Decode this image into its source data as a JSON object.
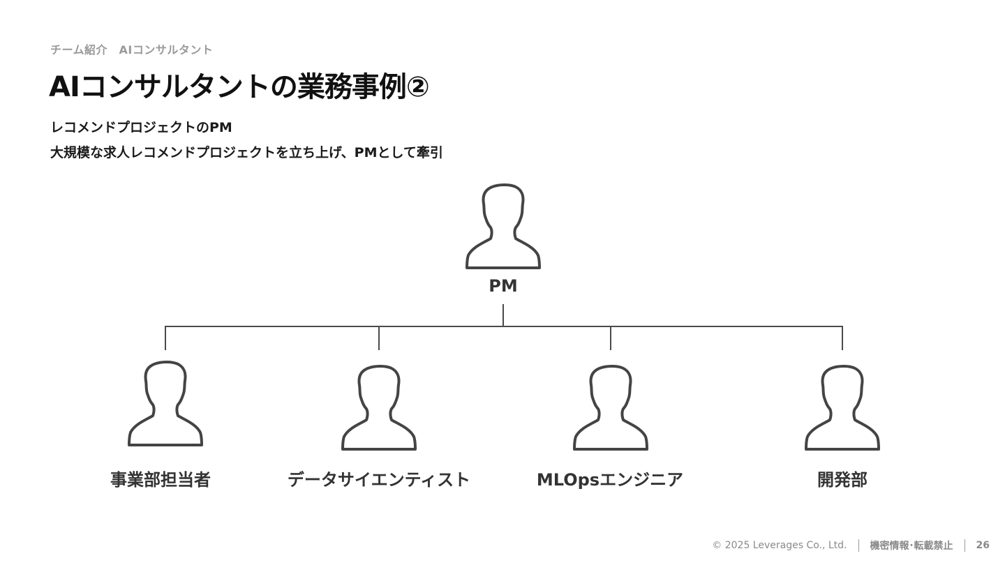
{
  "breadcrumb": "チーム紹介　AIコンサルタント",
  "title": "AIコンサルタントの業務事例②",
  "subtitle": {
    "line1": "レコメンドプロジェクトのPM",
    "line2": "大規模な求人レコメンドプロジェクトを立ち上げ、PMとして牽引"
  },
  "org_chart": {
    "root": {
      "label": "PM",
      "icon": "person-icon"
    },
    "children": [
      {
        "label": "事業部担当者",
        "icon": "person-icon"
      },
      {
        "label": "データサイエンティスト",
        "icon": "person-icon"
      },
      {
        "label": "MLOpsエンジニア",
        "icon": "person-icon"
      },
      {
        "label": "開発部",
        "icon": "person-icon"
      }
    ]
  },
  "footer": {
    "copyright": "© 2025 Leverages Co., Ltd.",
    "confidential": "機密情報･転載禁止",
    "page_number": "26"
  },
  "colors": {
    "icon_stroke": "#444444",
    "connector": "#4a4a4a",
    "muted_text": "#9a9a9a"
  }
}
